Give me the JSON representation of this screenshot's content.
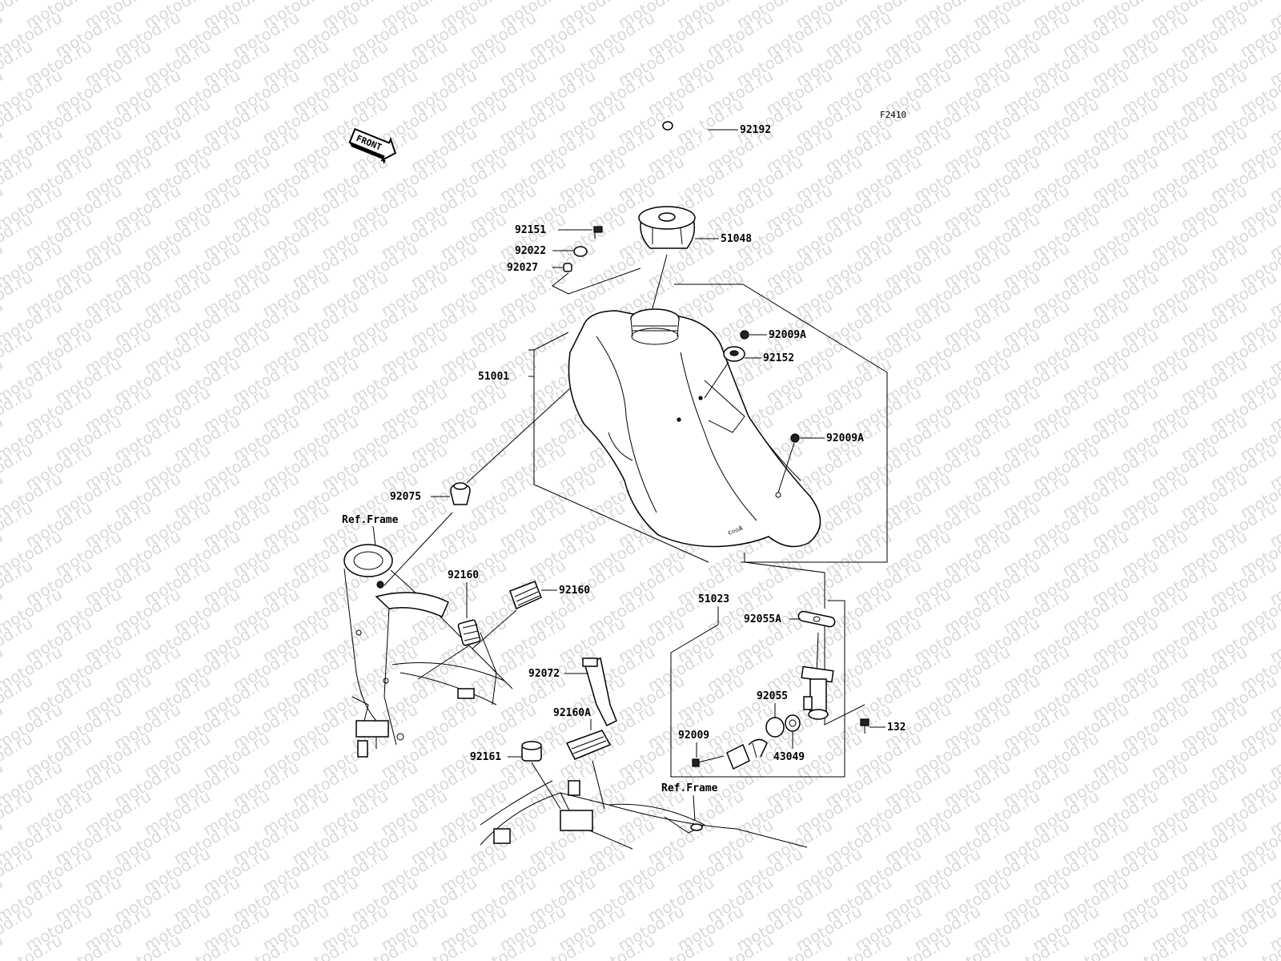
{
  "diagram_code": "F2410",
  "front_label": "FRONT",
  "watermark": "motod.ru",
  "labels": {
    "p92192": "92192",
    "p51048": "51048",
    "p92151": "92151",
    "p92022": "92022",
    "p92027": "92027",
    "p92009A_1": "92009A",
    "p92152": "92152",
    "p51001": "51001",
    "p92009A_2": "92009A",
    "p92075": "92075",
    "ref_frame_1": "Ref.Frame",
    "p92160_1": "92160",
    "p92160_2": "92160",
    "p51023": "51023",
    "p92055A": "92055A",
    "p92072": "92072",
    "p92055": "92055",
    "p92160A": "92160A",
    "p132": "132",
    "p92009": "92009",
    "p43049": "43049",
    "p92161": "92161",
    "ref_frame_2": "Ref.Frame"
  }
}
